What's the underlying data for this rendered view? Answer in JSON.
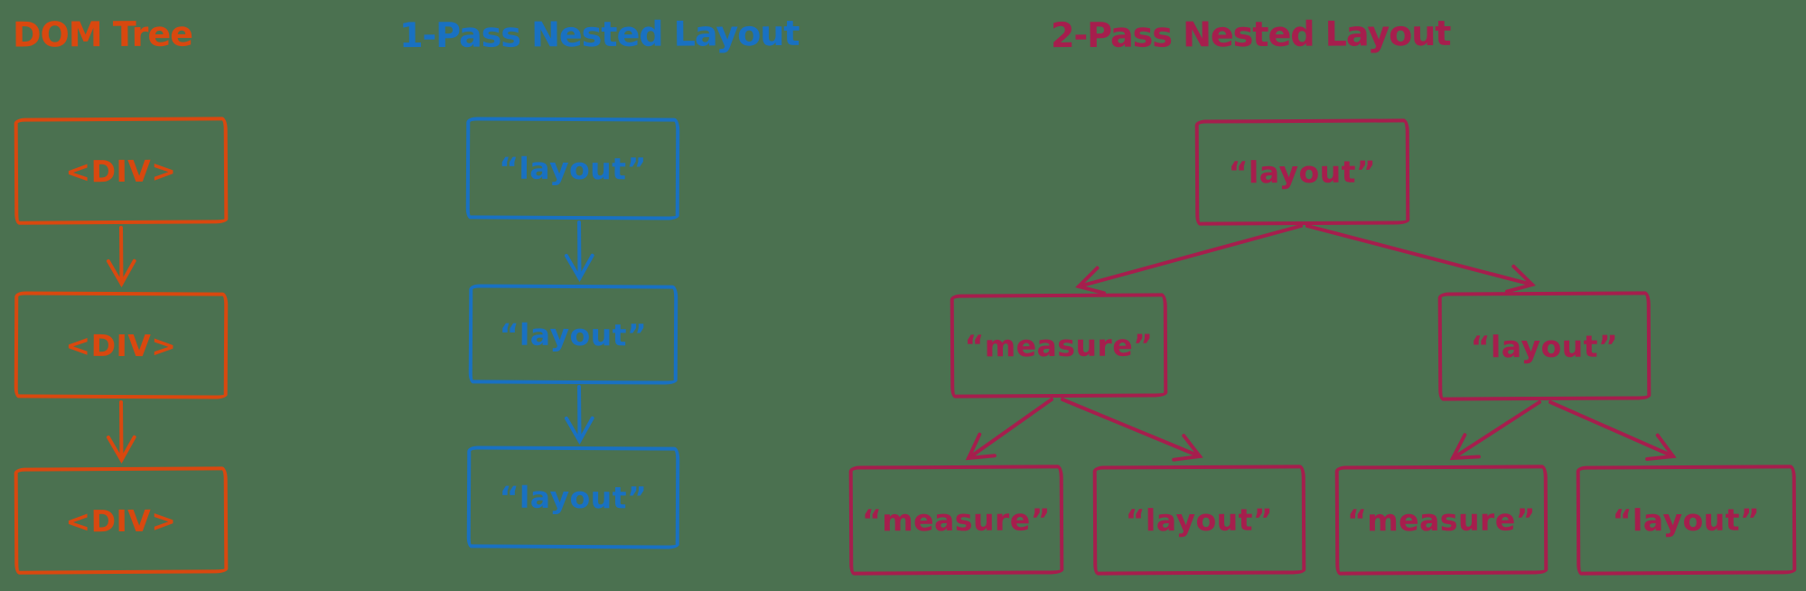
{
  "colors": {
    "background": "#4b7150",
    "dom": "#d9480f",
    "one": "#1971c2",
    "two": "#a61e4d"
  },
  "dom_tree": {
    "title": "DOM Tree",
    "nodes": [
      "<DIV>",
      "<DIV>",
      "<DIV>"
    ]
  },
  "one_pass": {
    "title": "1-Pass Nested Layout",
    "nodes": [
      "“layout”",
      "“layout”",
      "“layout”"
    ]
  },
  "two_pass": {
    "title": "2-Pass Nested Layout",
    "root": "“layout”",
    "children": [
      "“measure”",
      "“layout”"
    ],
    "leaves": [
      "“measure”",
      "“layout”",
      "“measure”",
      "“layout”"
    ]
  }
}
